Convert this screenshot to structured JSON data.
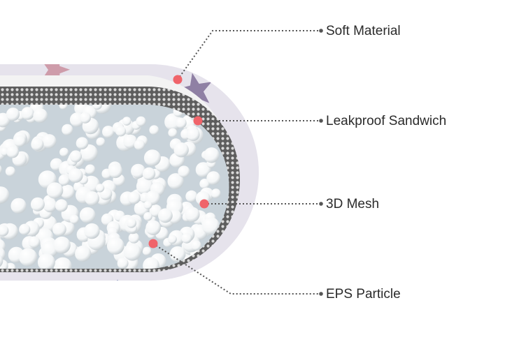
{
  "callouts": [
    {
      "id": "soft-material",
      "label": "Soft Material"
    },
    {
      "id": "leakproof-sandwich",
      "label": "Leakproof Sandwich"
    },
    {
      "id": "3d-mesh",
      "label": "3D Mesh"
    },
    {
      "id": "eps-particle",
      "label": "EPS Particle"
    }
  ],
  "colors": {
    "marker": "#f0646a",
    "leader": "#555555",
    "outer_fabric": "#e6e3ec",
    "sandwich": "#f3f3f3",
    "mesh": "#6b6b6b",
    "interior": "#c9d3da",
    "bead": "#ffffff",
    "star_purple": "#7f6f98",
    "star_navy": "#233f86",
    "star_pink": "#c98f9f"
  }
}
